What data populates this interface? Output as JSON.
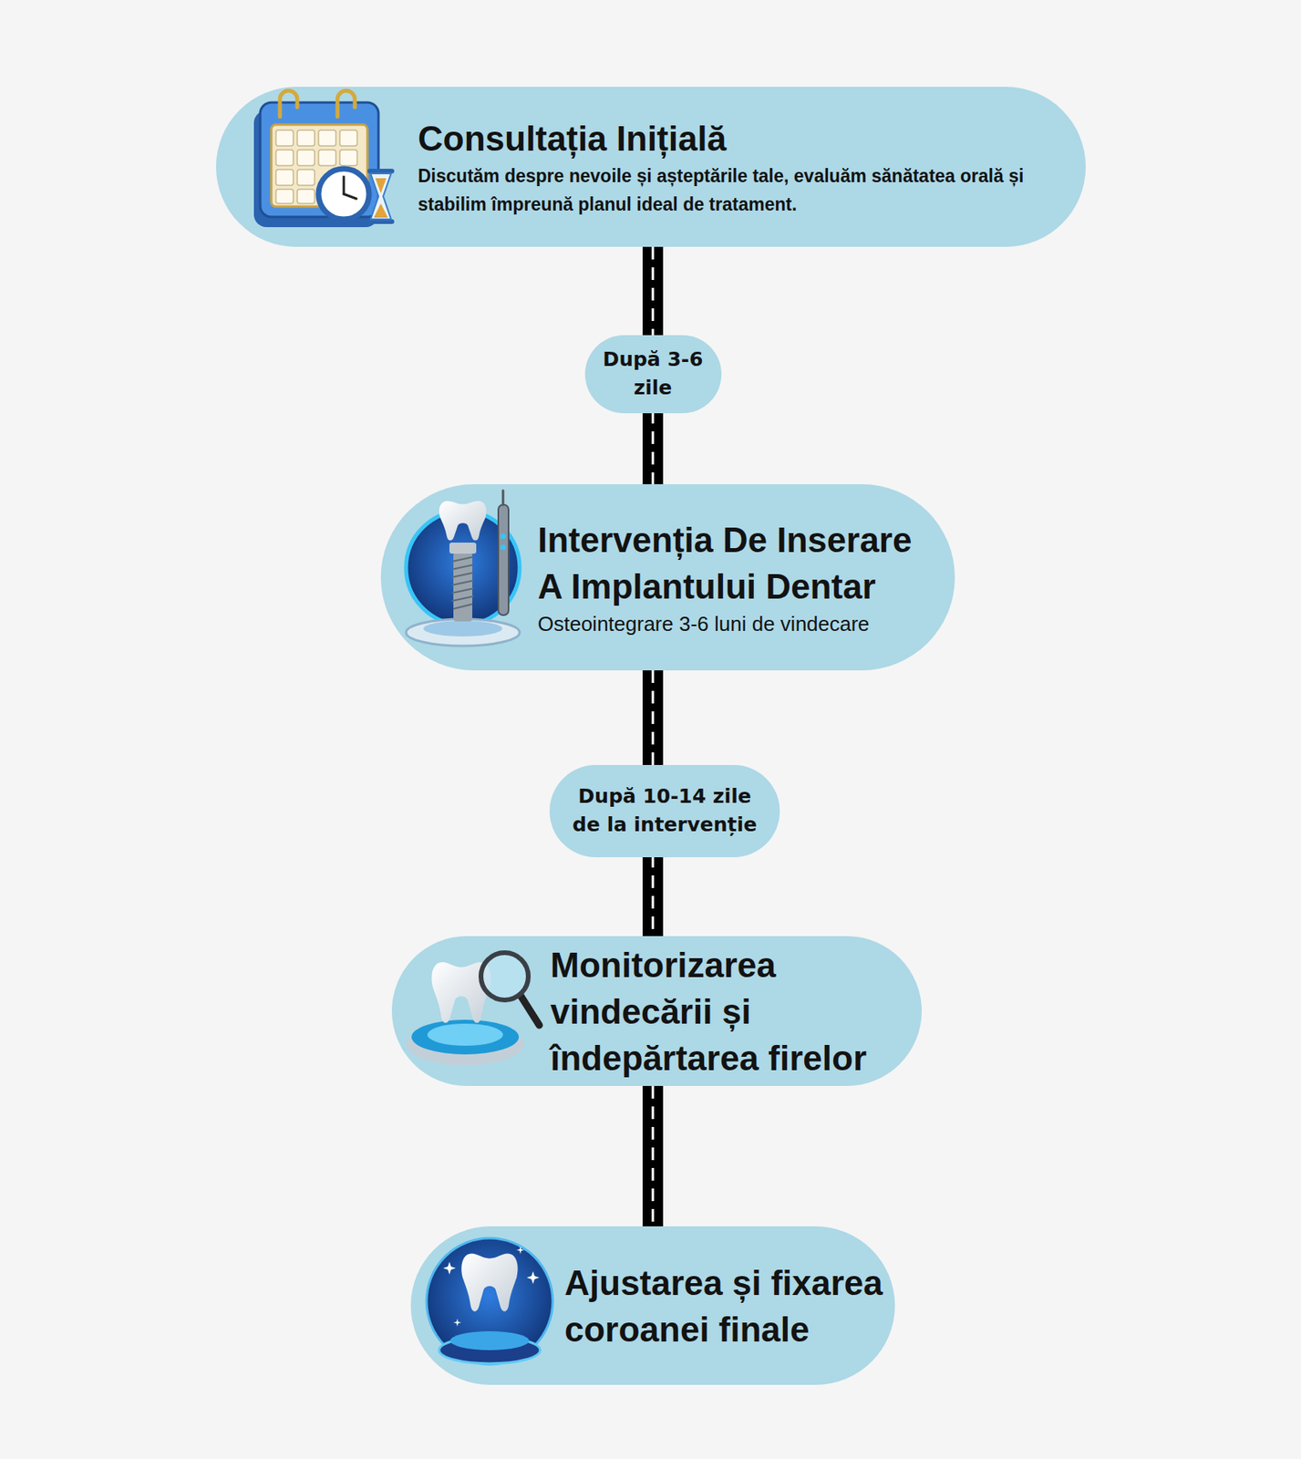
{
  "diagram": {
    "nodes": [
      {
        "text": [
          "Consultația Inițială",
          "Discutăm despre nevoile și așteptările tale, evaluăm sănătatea orală și stabilim împreună planul ideal de tratament."
        ]
      },
      {
        "text": [
          "Intervenția De Inserare A Implantului Dentar",
          "Osteointegrare 3-6 luni de vindecare"
        ]
      },
      {
        "text": [
          "Monitorizarea vindecării și îndepărtarea firelor"
        ]
      },
      {
        "text": [
          "Ajustarea și fixarea coroanei finale"
        ]
      }
    ],
    "edges": [
      {
        "from": 0,
        "to": 1,
        "arrow": "none",
        "label": "După 3-6 zile"
      },
      {
        "from": 1,
        "to": 2,
        "arrow": "none",
        "label": "După 10-14 zile de la intervenție"
      },
      {
        "from": 2,
        "to": 3,
        "arrow": "none"
      }
    ]
  }
}
